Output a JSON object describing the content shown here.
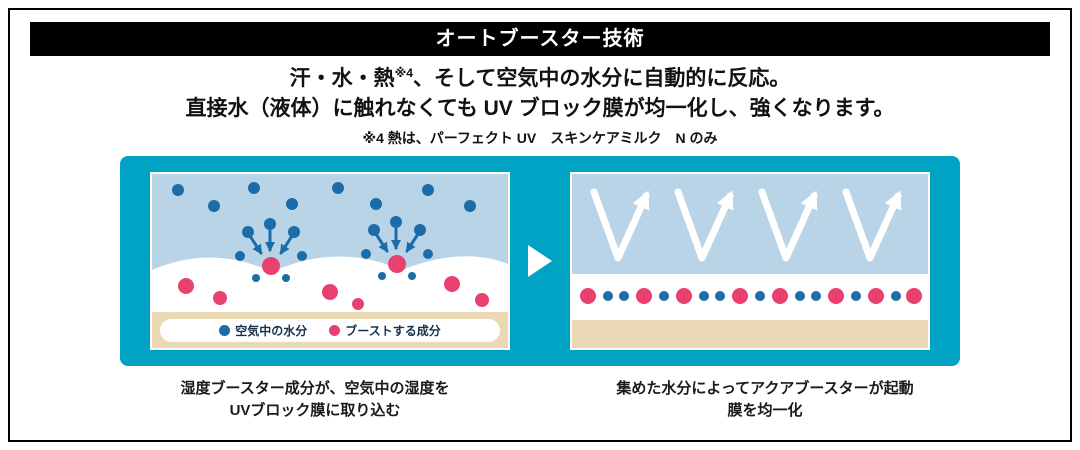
{
  "colors": {
    "banner_bg": "#000000",
    "banner_text": "#ffffff",
    "text": "#111111",
    "teal": "#00a3c4",
    "panel_blue": "#b9d4e6",
    "dot_blue": "#1b6ca8",
    "dot_pink": "#e8416f",
    "sand": "#ead9b4"
  },
  "header": {
    "title": "オートブースター技術"
  },
  "intro": {
    "line1_pre": "汗・水・熱",
    "line1_sup": "※4",
    "line1_post": "、そして空気中の水分に自動的に反応。",
    "line2": "直接水（液体）に触れなくても UV ブロック膜が均一化し、強くなります。",
    "note": "※4 熱は、パーフェクト UV　スキンケアミルク　N のみ"
  },
  "diagram": {
    "legend": [
      {
        "label": "空気中の水分",
        "color": "#1b6ca8"
      },
      {
        "label": "ブーストする成分",
        "color": "#e8416f"
      }
    ],
    "captions": {
      "left_line1": "湿度ブースター成分が、空気中の湿度を",
      "left_line2": "UVブロック膜に取り込む",
      "right_line1": "集めた水分によってアクアブースターが起動",
      "right_line2": "膜を均一化"
    }
  }
}
